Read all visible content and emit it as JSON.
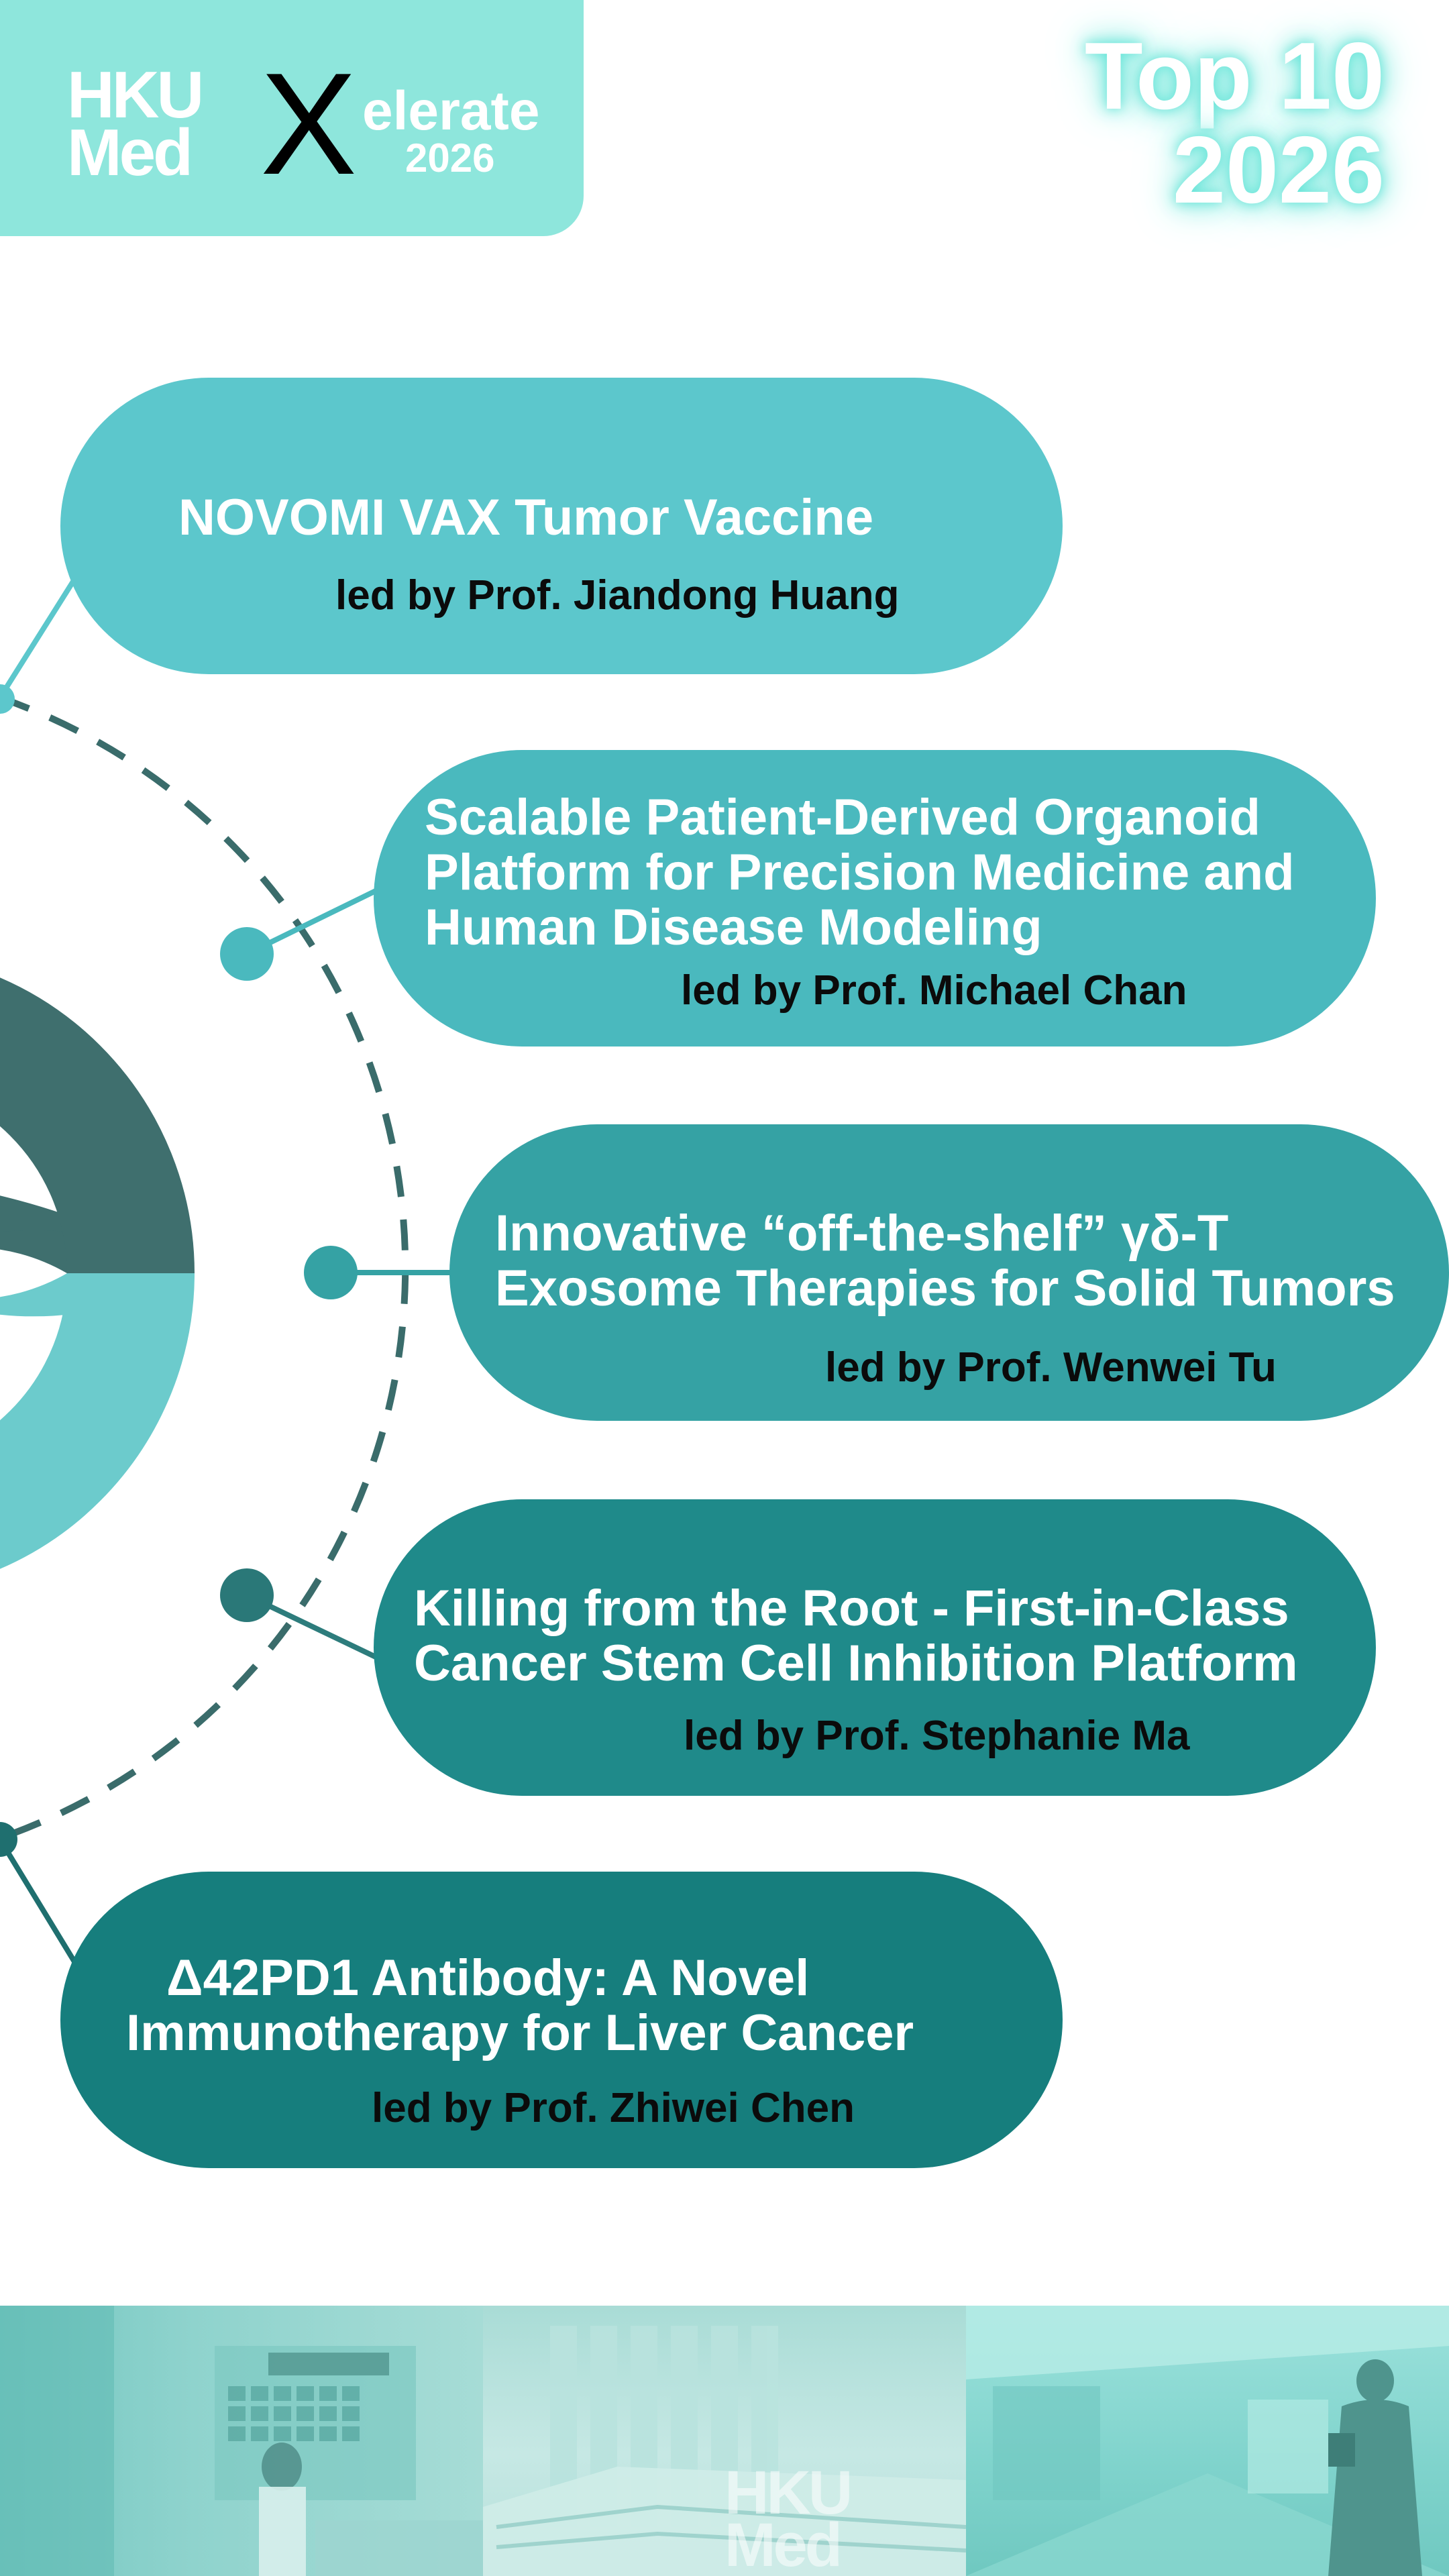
{
  "header": {
    "logo_hku_line1": "HKU",
    "logo_hku_line2": "Med",
    "logo_x": "X",
    "logo_elerate": "elerate",
    "logo_year": "2026",
    "title_line1": "Top 10",
    "title_line2": "2026"
  },
  "projects": [
    {
      "title_lines": [
        "NOVOMI VAX Tumor Vaccine"
      ],
      "lead": "led by Prof. Jiandong Huang"
    },
    {
      "title_lines": [
        "Scalable Patient-Derived Organoid",
        "Platform for Precision Medicine and",
        "Human Disease Modeling"
      ],
      "lead": "led by Prof. Michael Chan"
    },
    {
      "title_lines": [
        "Innovative “off-the-shelf” γδ-T",
        "Exosome Therapies for Solid Tumors"
      ],
      "lead": "led by Prof. Wenwei Tu"
    },
    {
      "title_lines": [
        "Killing from the Root - First-in-Class",
        "Cancer Stem Cell Inhibition Platform"
      ],
      "lead": "led by Prof. Stephanie Ma"
    },
    {
      "title_lines": [
        "Δ42PD1 Antibody: A Novel",
        "Immunotherapy for Liver Cancer"
      ],
      "lead": "led by Prof. Zhiwei Chen"
    }
  ],
  "footer": {
    "watermark_line1": "HKU",
    "watermark_line2": "Med"
  },
  "colors": {
    "logo_bg": "#8ee6dc",
    "ring_dark": "#3f6f6e",
    "ring_light": "#6ccbcc",
    "dash": "#3a6c6b"
  }
}
